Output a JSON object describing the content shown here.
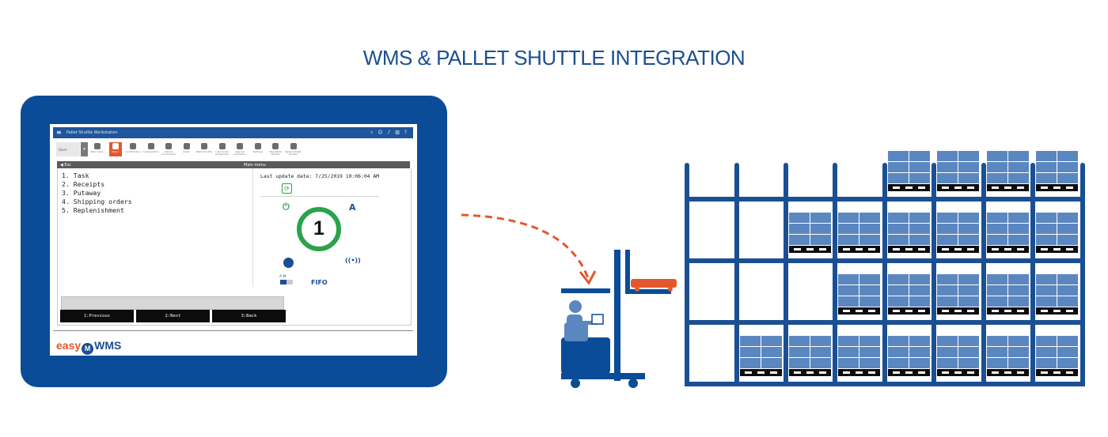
{
  "title": "WMS & PALLET SHUTTLE INTEGRATION",
  "app": {
    "window_title": "Pallet Shuttle Workstation",
    "header_icons": [
      "search-icon",
      "user-icon",
      "notification-icon",
      "chart-icon",
      "help-icon"
    ],
    "select_label": "Store",
    "toolbar": [
      {
        "label": "Main menu",
        "active": false
      },
      {
        "label": "Menu",
        "active": true
      },
      {
        "label": "Confirmation",
        "active": false
      },
      {
        "label": "Configuration",
        "active": false
      },
      {
        "label": "Vehicle movements",
        "active": false
      },
      {
        "label": "Alerts",
        "active": false
      },
      {
        "label": "Pallet Shuttle",
        "active": false
      },
      {
        "label": "Load Order assignment",
        "active": false
      },
      {
        "label": "Special operations",
        "active": false
      },
      {
        "label": "Settings",
        "active": false
      },
      {
        "label": "Stop Pallet Shuttle",
        "active": false
      },
      {
        "label": "Restart Pallet Shuttle",
        "active": false
      }
    ],
    "menubar": {
      "back": "◀ Esc",
      "title": "Main menu"
    },
    "menu_items": [
      "1. Task",
      "2. Receipts",
      "3. Putaway",
      "4. Shipping orders",
      "5. Replenishment"
    ],
    "last_update": "Last update date: 7/25/2019 10:06:04 AM",
    "shuttle_number": "1",
    "mode": "A",
    "am_labels": "A   M",
    "fifo": "FIFO",
    "function_keys": [
      "1:Previous",
      "2:Next",
      "3:Back"
    ],
    "logo": {
      "easy": "easy",
      "badge": "M",
      "wms": "WMS"
    }
  },
  "colors": {
    "brand_blue": "#0a4c97",
    "accent_orange": "#e4572e",
    "status_green": "#2aa34a",
    "pallet_blue": "#5b87c0"
  }
}
